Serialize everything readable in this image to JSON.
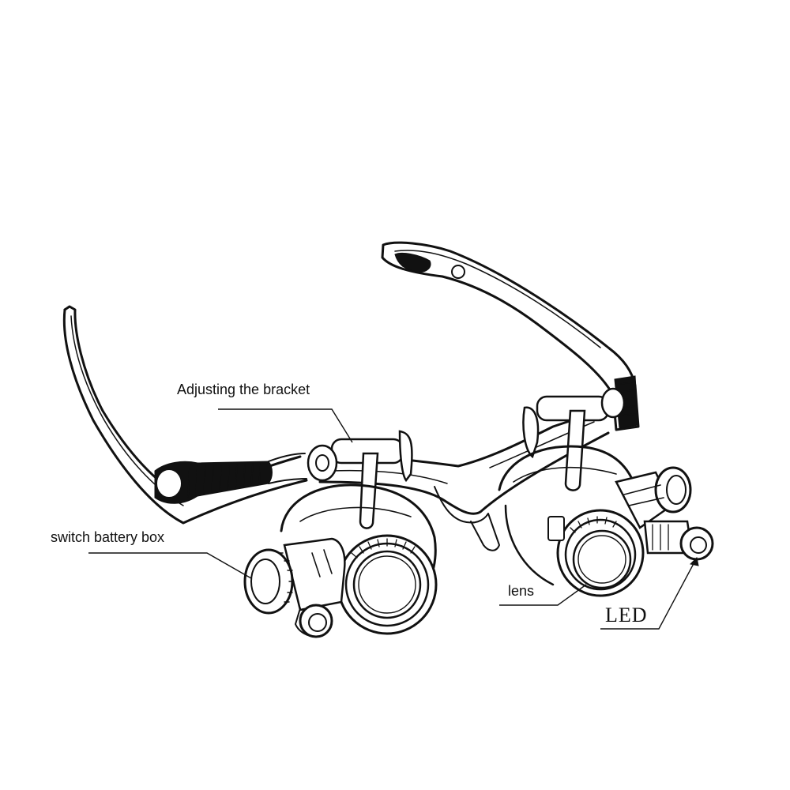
{
  "labels": {
    "bracket": "Adjusting the bracket",
    "battery": "switch battery box",
    "lens": "lens",
    "led": "LED"
  },
  "colors": {
    "ink": "#111111",
    "background": "#ffffff"
  }
}
